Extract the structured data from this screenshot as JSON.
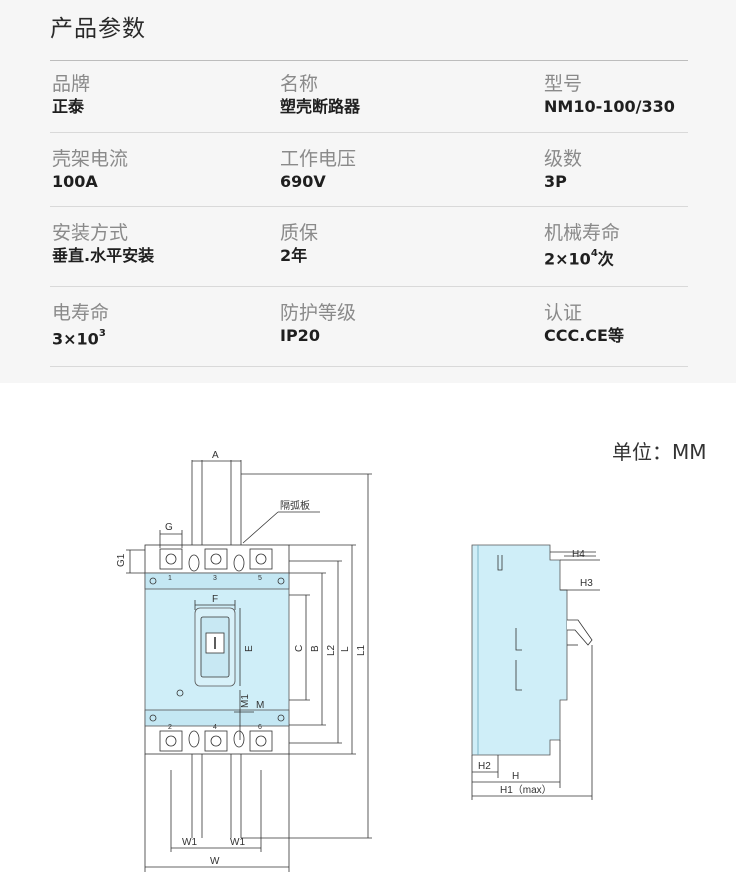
{
  "page_title": "产品参数",
  "specs": [
    {
      "label": "品牌",
      "value": "正泰"
    },
    {
      "label": "名称",
      "value": "塑壳断路器"
    },
    {
      "label": "型号",
      "value": "NM10-100/330"
    },
    {
      "label": "壳架电流",
      "value": "100A"
    },
    {
      "label": "工作电压",
      "value": "690V"
    },
    {
      "label": "级数",
      "value": "3P"
    },
    {
      "label": "安装方式",
      "value": "垂直.水平安装"
    },
    {
      "label": "质保",
      "value": "2年"
    },
    {
      "label": "机械寿命",
      "value_parts": [
        "2×10",
        "4",
        "次"
      ]
    },
    {
      "label": "电寿命",
      "value_parts": [
        "3×10",
        "3",
        ""
      ]
    },
    {
      "label": "防护等级",
      "value": "IP20"
    },
    {
      "label": "认证",
      "value": "CCC.CE等"
    }
  ],
  "unit_note": "单位：MM",
  "diagram": {
    "arc_plate": "隔弧板",
    "terminal_numbers": [
      "1",
      "3",
      "5",
      "2",
      "4",
      "6"
    ],
    "dims": {
      "A": "A",
      "G": "G",
      "G1": "G1",
      "F": "F",
      "E": "E",
      "C": "C",
      "B": "B",
      "L2": "L2",
      "L": "L",
      "L1": "L1",
      "M": "M",
      "M1": "M1",
      "W1": "W1",
      "W": "W",
      "H4": "H4",
      "H3": "H3",
      "H2": "H2",
      "H": "H",
      "H1": "H1（max）"
    }
  }
}
